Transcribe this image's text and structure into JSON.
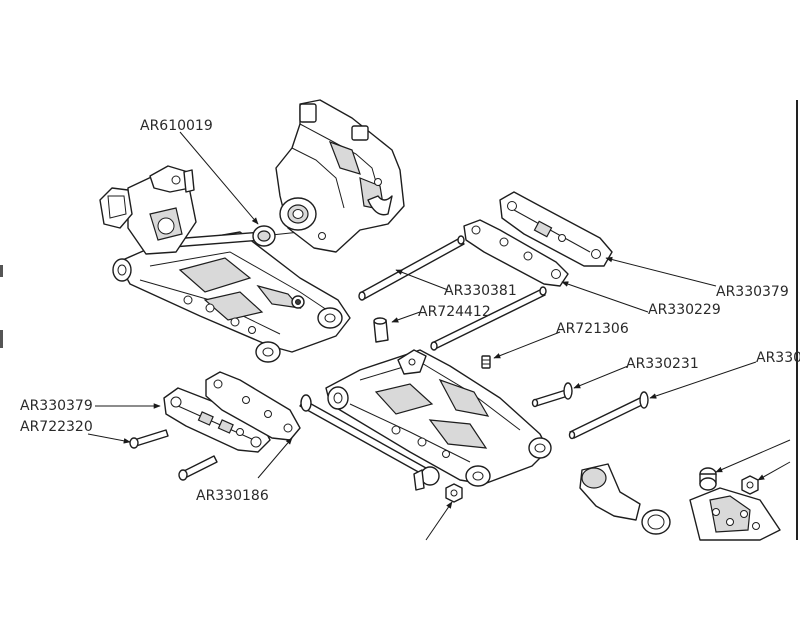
{
  "diagram": {
    "type": "exploded-parts-diagram",
    "labels": {
      "ar610019": "AR610019",
      "ar330381": "AR330381",
      "ar724412": "AR724412",
      "ar330379_right": "AR330379",
      "ar330229": "AR330229",
      "ar721306": "AR721306",
      "ar330231": "AR330231",
      "ar330_cut": "AR330",
      "ar330379_left": "AR330379",
      "ar722320": "AR722320",
      "ar330186": "AR330186"
    },
    "icons": {
      "arrowhead": "arrowhead-icon"
    }
  }
}
